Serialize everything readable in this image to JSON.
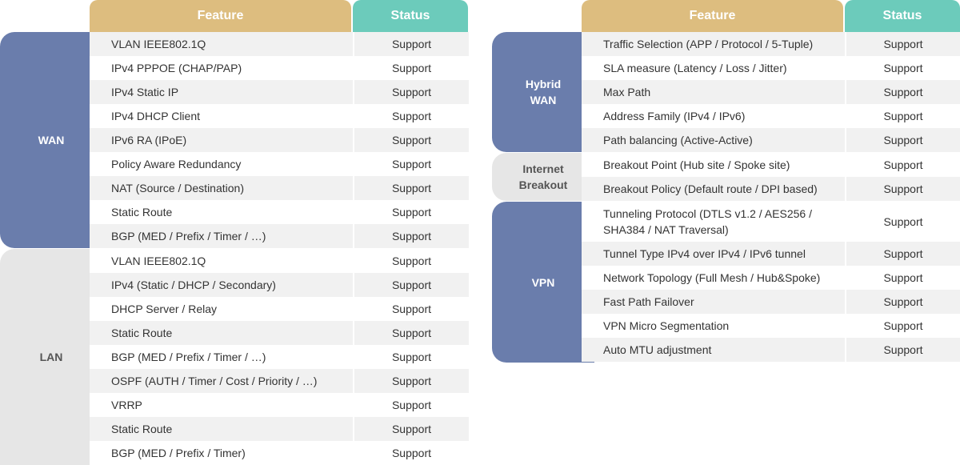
{
  "headers": {
    "feature": "Feature",
    "status": "Status"
  },
  "left": {
    "groups": [
      {
        "label": "WAN",
        "rows": [
          {
            "feature": "VLAN IEEE802.1Q",
            "status": "Support"
          },
          {
            "feature": "IPv4 PPPOE (CHAP/PAP)",
            "status": "Support"
          },
          {
            "feature": "IPv4 Static IP",
            "status": "Support"
          },
          {
            "feature": "IPv4 DHCP Client",
            "status": "Support"
          },
          {
            "feature": "IPv6 RA (IPoE)",
            "status": "Support"
          },
          {
            "feature": "Policy Aware Redundancy",
            "status": "Support"
          },
          {
            "feature": "NAT (Source / Destination)",
            "status": "Support"
          },
          {
            "feature": "Static Route",
            "status": "Support"
          },
          {
            "feature": "BGP (MED / Prefix / Timer / …)",
            "status": "Support"
          }
        ]
      },
      {
        "label": "LAN",
        "rows": [
          {
            "feature": "VLAN IEEE802.1Q",
            "status": "Support"
          },
          {
            "feature": "IPv4 (Static / DHCP / Secondary)",
            "status": "Support"
          },
          {
            "feature": "DHCP Server / Relay",
            "status": "Support"
          },
          {
            "feature": "Static Route",
            "status": "Support"
          },
          {
            "feature": "BGP (MED / Prefix / Timer / …)",
            "status": "Support"
          },
          {
            "feature": "OSPF (AUTH / Timer / Cost / Priority / …)",
            "status": "Support"
          },
          {
            "feature": "VRRP",
            "status": "Support"
          },
          {
            "feature": "Static Route",
            "status": "Support"
          },
          {
            "feature": "BGP (MED / Prefix / Timer)",
            "status": "Support"
          }
        ]
      }
    ]
  },
  "right": {
    "groups": [
      {
        "label": "Hybrid WAN",
        "rows": [
          {
            "feature": "Traffic Selection (APP / Protocol / 5-Tuple)",
            "status": "Support"
          },
          {
            "feature": "SLA measure (Latency / Loss / Jitter)",
            "status": "Support"
          },
          {
            "feature": "Max Path",
            "status": "Support"
          },
          {
            "feature": "Address Family (IPv4 / IPv6)",
            "status": "Support"
          },
          {
            "feature": "Path balancing (Active-Active)",
            "status": "Support"
          }
        ]
      },
      {
        "label": "Internet Breakout",
        "rows": [
          {
            "feature": "Breakout Point (Hub site / Spoke site)",
            "status": "Support"
          },
          {
            "feature": "Breakout Policy (Default route / DPI based)",
            "status": "Support"
          }
        ]
      },
      {
        "label": "VPN",
        "rows": [
          {
            "feature": "Tunneling Protocol (DTLS v1.2 / AES256 / SHA384 / NAT Traversal)",
            "status": "Support"
          },
          {
            "feature": "Tunnel Type IPv4 over IPv4 / IPv6 tunnel",
            "status": "Support"
          },
          {
            "feature": "Network Topology (Full Mesh / Hub&Spoke)",
            "status": "Support"
          },
          {
            "feature": "Fast Path Failover",
            "status": "Support"
          },
          {
            "feature": "VPN Micro Segmentation",
            "status": "Support"
          },
          {
            "feature": "Auto MTU adjustment",
            "status": "Support"
          }
        ]
      }
    ]
  }
}
